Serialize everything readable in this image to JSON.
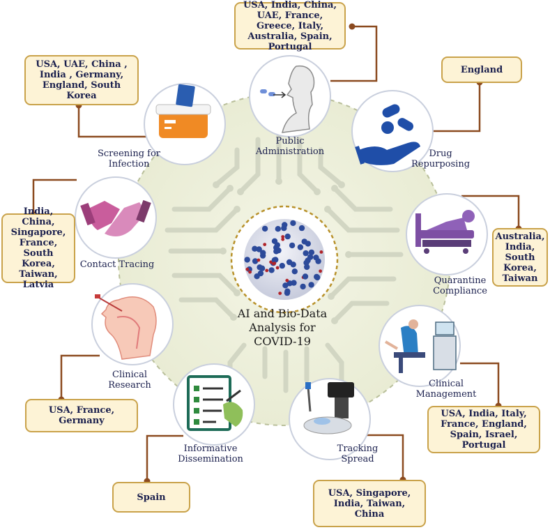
{
  "center": {
    "title": "AI and Bio-Data\nAnalysis for\nCOVID-19"
  },
  "nodes": [
    {
      "key": "public_admin",
      "label": "Public\nAdministration",
      "icon": "person-inhaling-icon",
      "countries": "USA, India, China, UAE, France, Greece, Italy, Australia, Spain, Portugal"
    },
    {
      "key": "drug",
      "label": "Drug\nRepurposing",
      "icon": "pills-hand-icon",
      "countries": "England"
    },
    {
      "key": "quarantine",
      "label": "Quarantine\nCompliance",
      "icon": "hospital-bed-icon",
      "countries": "Australia, India, South Korea, Taiwan"
    },
    {
      "key": "clinical_mgmt",
      "label": "Clinical\nManagement",
      "icon": "patient-monitor-icon",
      "countries": "USA, India, Italy, France, England, Spain, Israel, Portugal"
    },
    {
      "key": "tracking",
      "label": "Tracking\nSpread",
      "icon": "lab-instrument-icon",
      "countries": "USA, Singapore, India, Taiwan, China"
    },
    {
      "key": "informative",
      "label": "Informative\nDissemination",
      "icon": "checklist-icon",
      "countries": "Spain"
    },
    {
      "key": "clinical_research",
      "label": "Clinical\nResearch",
      "icon": "nasal-swab-icon",
      "countries": "USA, France, Germany"
    },
    {
      "key": "contact",
      "label": "Contact Tracing",
      "icon": "handshake-icon",
      "countries": "India, China, Singapore, France, South Korea, Taiwan, Latvia"
    },
    {
      "key": "screening",
      "label": "Screening for\nInfection",
      "icon": "pcr-machine-icon",
      "countries": "USA, UAE, China , India , Germany, England, South Korea"
    }
  ],
  "colors": {
    "box_fill": "#fdf3d6",
    "box_border": "#c9a24a",
    "connector": "#8b4a1f",
    "text": "#1a1f4d",
    "hub": "#eef0dc",
    "circuit": "#d5d8c8"
  }
}
